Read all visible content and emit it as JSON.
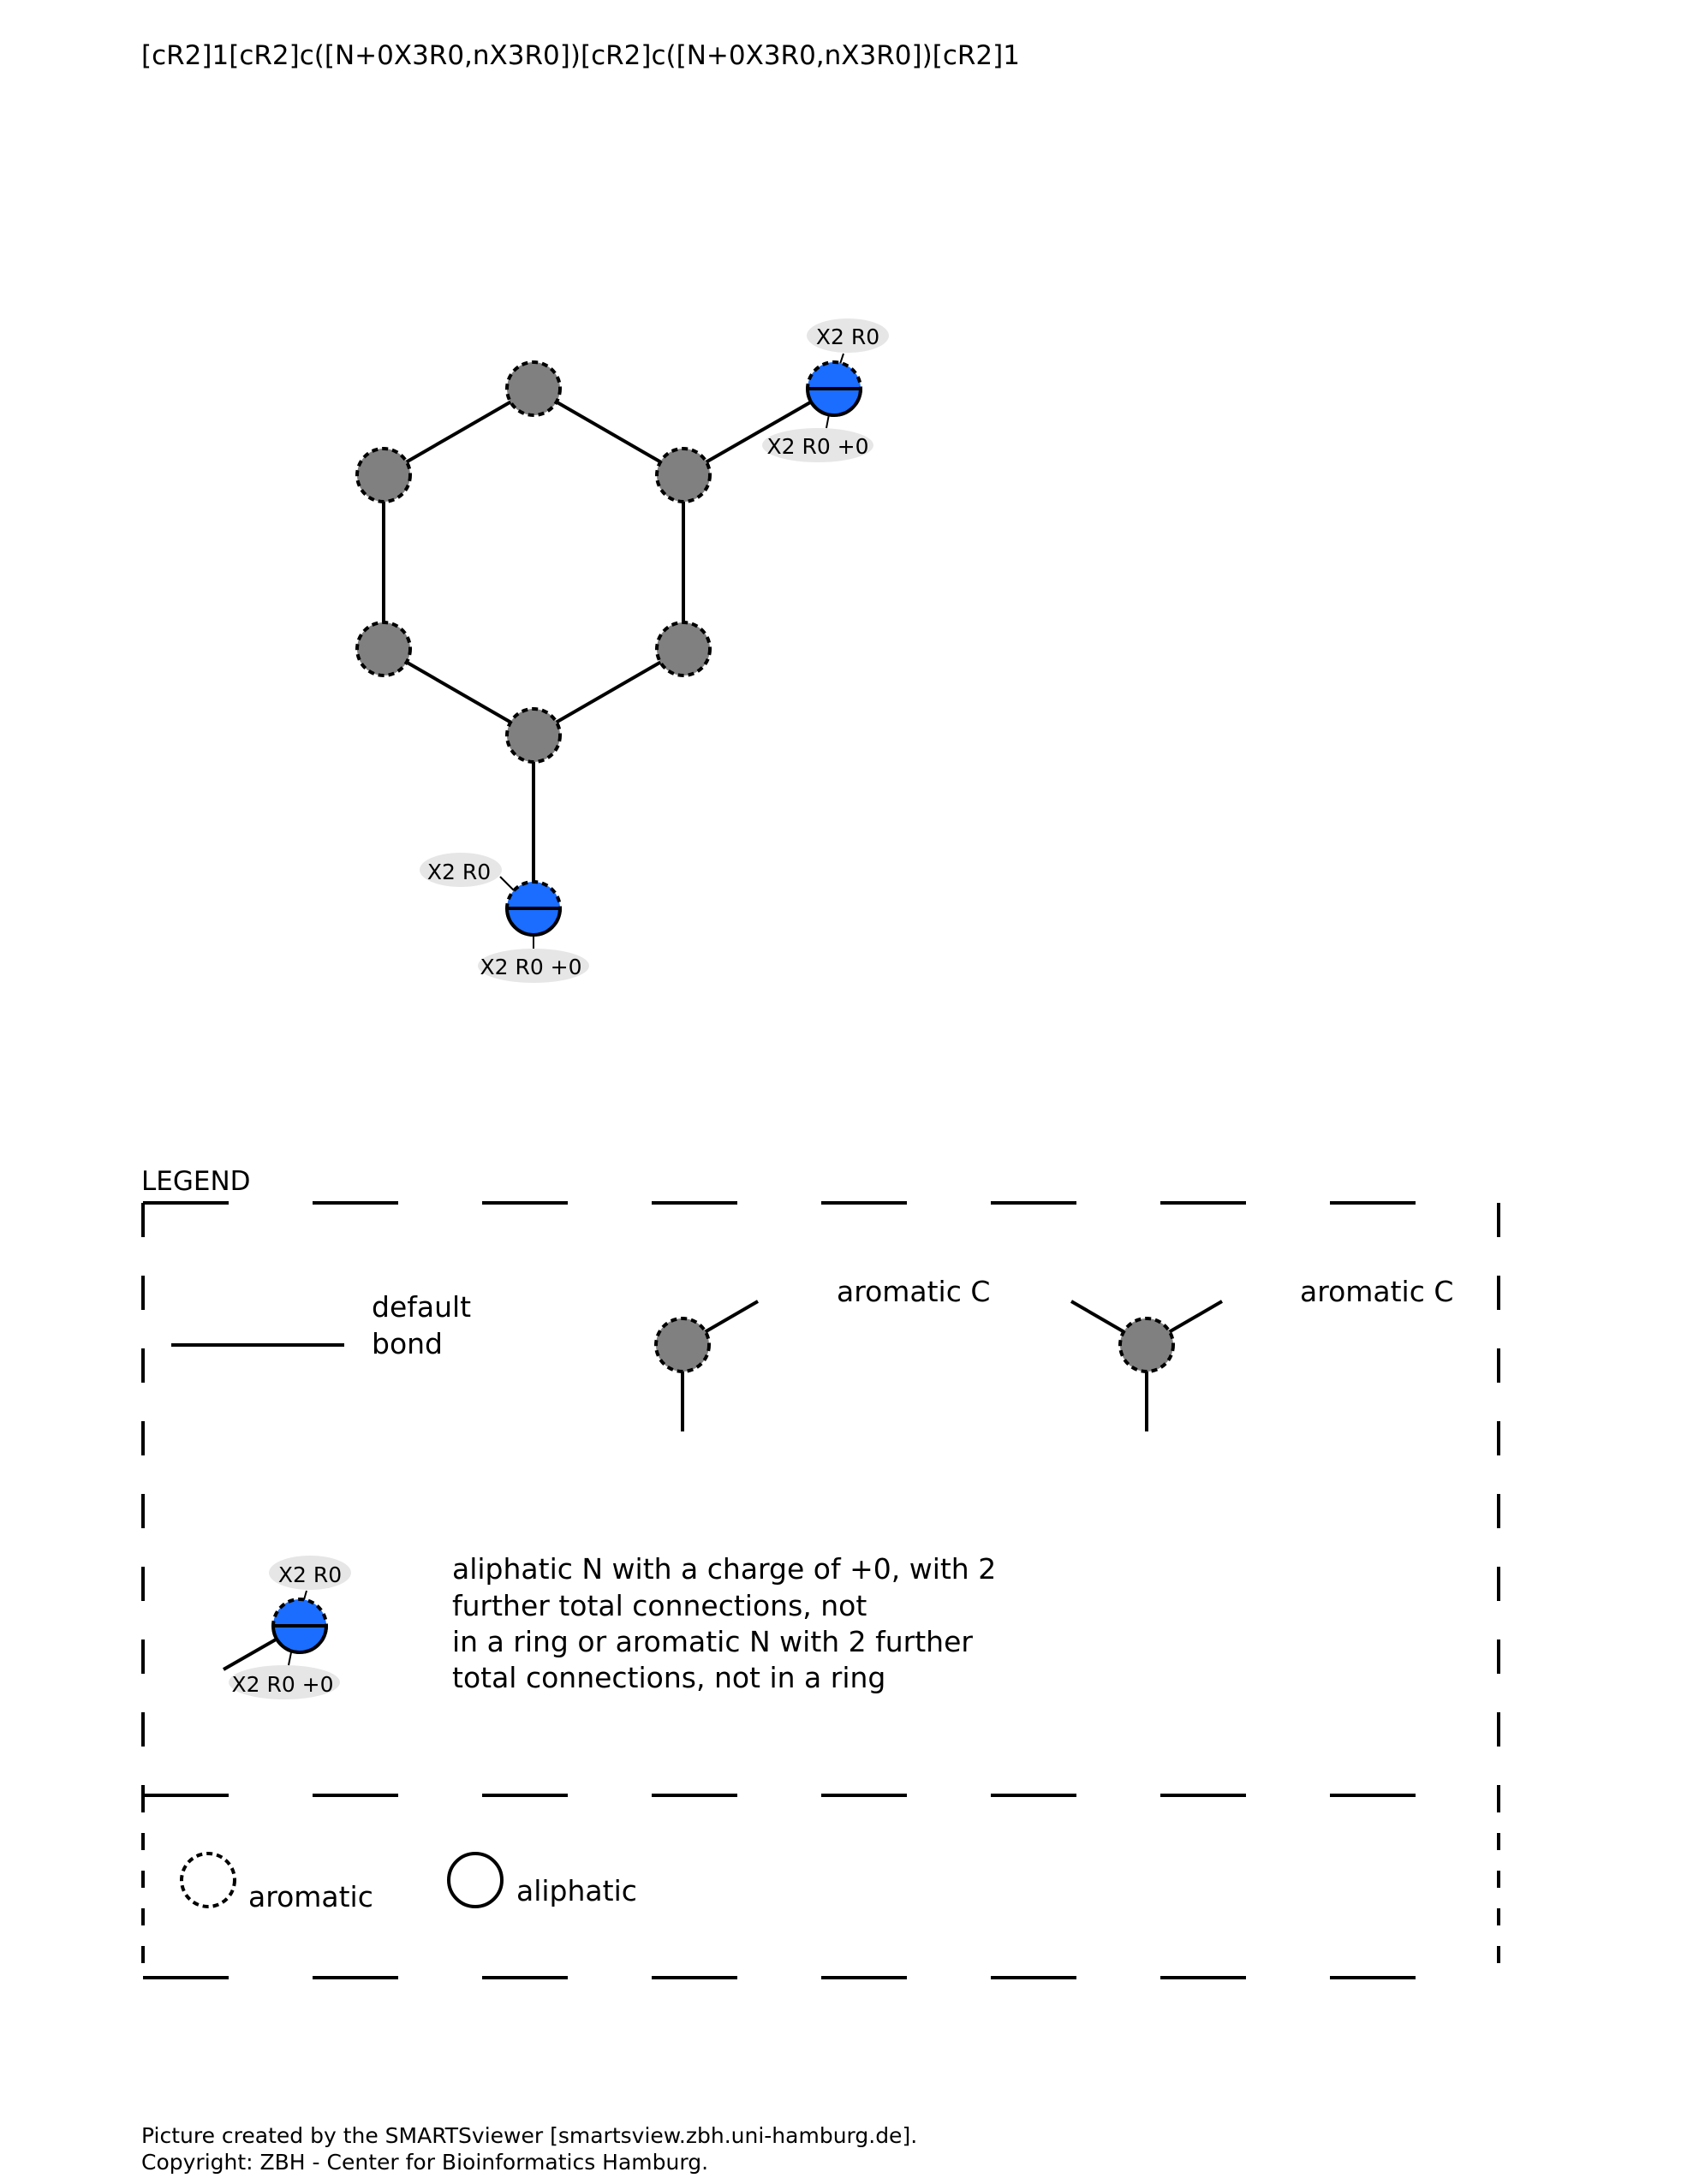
{
  "smarts": "[cR2]1[cR2]c([N+0X3R0,nX3R0])[cR2]c([N+0X3R0,nX3R0])[cR2]1",
  "molecule": {
    "n_top_label": "X2 R0",
    "n_bottom_label": "X2 R0 +0",
    "n_colour": "#1a6dff",
    "c_colour": "#808080"
  },
  "legend": {
    "title": "LEGEND",
    "bond_label_line1": "default",
    "bond_label_line2": "bond",
    "aromatic_c_label_1": "aromatic C",
    "aromatic_c_label_2": "aromatic C",
    "n_top_label": "X2 R0",
    "n_bottom_label": "X2 R0 +0",
    "n_description": [
      "aliphatic N with a charge of +0, with 2",
      "further total connections, not",
      "in a ring or aromatic N with 2 further",
      "total connections, not in a ring"
    ],
    "aromatic_label": "aromatic",
    "aliphatic_label": "aliphatic"
  },
  "footer": {
    "line1": "Picture created by the SMARTSviewer [smartsview.zbh.uni-hamburg.de].",
    "line2": "Copyright: ZBH - Center for Bioinformatics Hamburg."
  }
}
